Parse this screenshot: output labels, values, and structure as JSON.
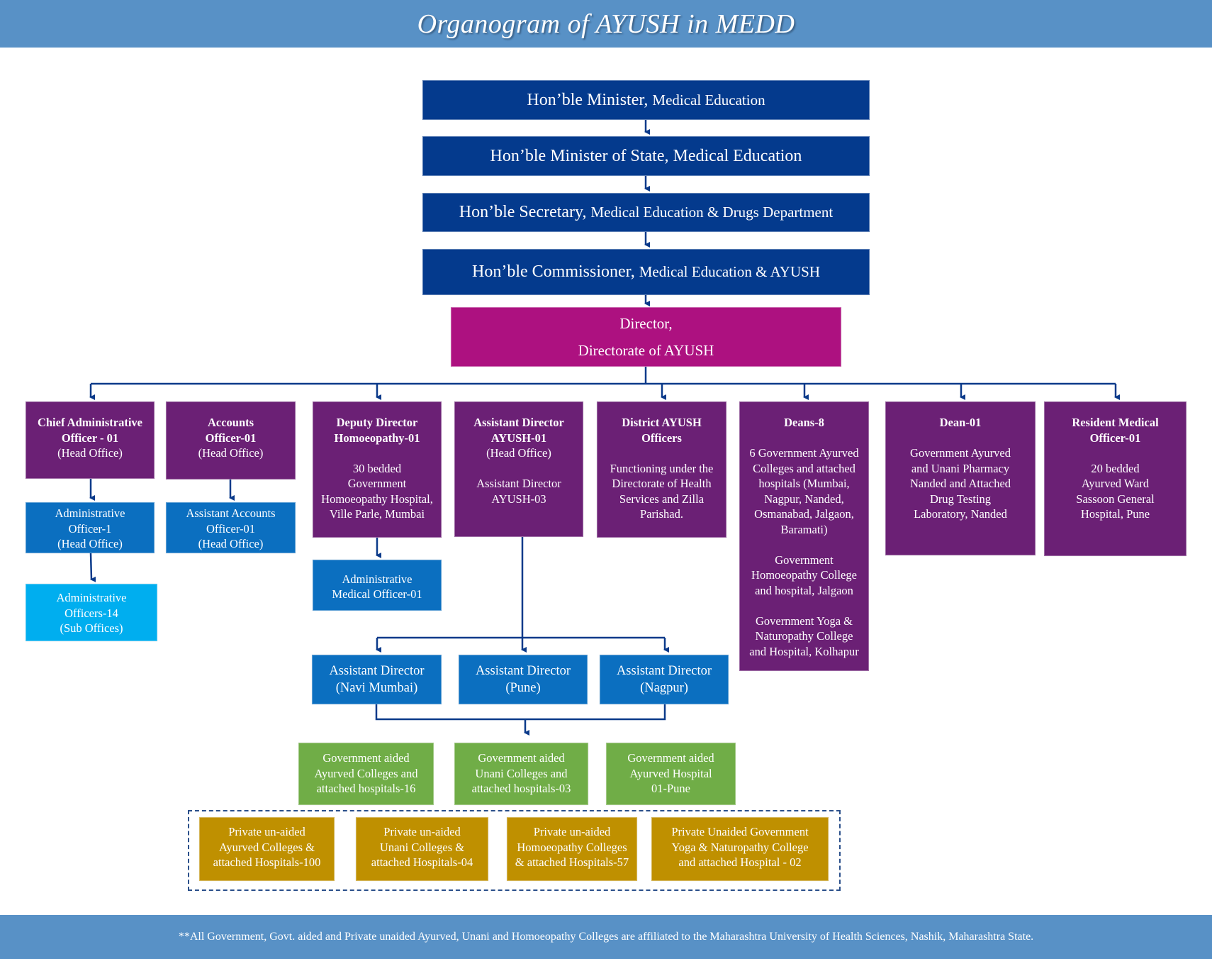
{
  "title": "Organogram of AYUSH in MEDD",
  "hierarchy": [
    {
      "big": "Hon’ble Minister, ",
      "small": "Medical Education"
    },
    {
      "big": "Hon’ble Minister of State, Medical Education",
      "small": ""
    },
    {
      "big": "Hon’ble Secretary, ",
      "small": "Medical Education & Drugs Department"
    },
    {
      "big": "Hon’ble Commissioner, ",
      "small": "Medical Education & AYUSH"
    }
  ],
  "director": {
    "line1": "Director,",
    "line2": "Directorate of AYUSH"
  },
  "level3": [
    {
      "title": [
        "Chief Administrative",
        "Officer - 01"
      ],
      "body": [
        "(Head Office)"
      ]
    },
    {
      "title": [
        "Accounts",
        "Officer-01"
      ],
      "body": [
        "(Head Office)"
      ]
    },
    {
      "title": [
        "Deputy Director",
        "Homoeopathy-01"
      ],
      "body": [
        "",
        "30 bedded",
        "Government",
        "Homoeopathy Hospital,",
        "Ville Parle, Mumbai"
      ]
    },
    {
      "title": [
        "Assistant Director",
        "AYUSH-01"
      ],
      "body": [
        "(Head Office)",
        "",
        "Assistant Director",
        "AYUSH-03"
      ]
    },
    {
      "title": [
        "District AYUSH",
        "Officers"
      ],
      "body": [
        "",
        "Functioning under the",
        "Directorate of Health",
        "Services and Zilla",
        "Parishad."
      ]
    },
    {
      "title": [
        "Deans-8"
      ],
      "body": [
        "",
        "6 Government Ayurved",
        "Colleges and attached",
        "hospitals (Mumbai,",
        "Nagpur, Nanded,",
        "Osmanabad, Jalgaon,",
        "Baramati)",
        "",
        "Government",
        "Homoeopathy College",
        "and hospital, Jalgaon",
        "",
        "Government Yoga &",
        "Naturopathy College",
        "and Hospital, Kolhapur"
      ]
    },
    {
      "title": [
        "Dean-01"
      ],
      "body": [
        "",
        "Government Ayurved",
        "and Unani Pharmacy",
        "Nanded and Attached",
        "Drug Testing",
        "Laboratory, Nanded"
      ]
    },
    {
      "title": [
        "Resident Medical",
        "Officer-01"
      ],
      "body": [
        "",
        "20 bedded",
        "Ayurved Ward",
        "Sassoon General",
        "Hospital, Pune"
      ]
    }
  ],
  "sub_boxes": {
    "admin_officer_1": [
      "Administrative",
      "Officer-1",
      "(Head Office)"
    ],
    "admin_officers_14": [
      "Administrative",
      "Officers-14",
      "(Sub Offices)"
    ],
    "asst_accounts": [
      "Assistant Accounts",
      "Officer-01",
      "(Head Office)"
    ],
    "admin_medical_officer": [
      "Administrative",
      "Medical Officer-01"
    ]
  },
  "regional_ads": [
    [
      "Assistant Director",
      "(Navi  Mumbai)"
    ],
    [
      "Assistant Director",
      "(Pune)"
    ],
    [
      "Assistant Director",
      "(Nagpur)"
    ]
  ],
  "govt_aided": [
    [
      "Government aided",
      "Ayurved Colleges and",
      "attached hospitals-16"
    ],
    [
      "Government aided",
      "Unani Colleges and",
      "attached hospitals-03"
    ],
    [
      "Government aided",
      "Ayurved Hospital",
      "01-Pune"
    ]
  ],
  "private_unaided": [
    [
      "Private un-aided",
      "Ayurved Colleges &",
      "attached Hospitals-100"
    ],
    [
      "Private un-aided",
      "Unani Colleges &",
      "attached Hospitals-04"
    ],
    [
      "Private un-aided",
      "Homoeopathy Colleges",
      "& attached Hospitals-57"
    ],
    [
      "Private Unaided Government",
      "Yoga & Naturopathy College",
      "and attached Hospital - 02"
    ]
  ],
  "footer_note": "**All Government, Govt. aided and Private unaided Ayurved, Unani and Homoeopathy Colleges are affiliated to the Maharashtra University of Health Sciences, Nashik, Maharashtra State.",
  "colors": {
    "header": "#5891c6",
    "navy": "#043a8d",
    "director": "#ad1180",
    "purple": "#6b2075",
    "mid_blue": "#0b6fc0",
    "light_blue": "#00aeef",
    "green": "#70ad47",
    "gold": "#bf9000",
    "connector": "#0b3a8a"
  }
}
